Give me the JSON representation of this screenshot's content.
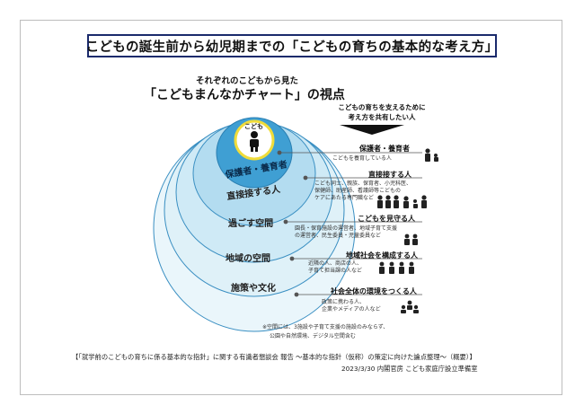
{
  "title": "こどもの誕生前から幼児期までの「こどもの育ちの基本的な考え方」",
  "subtitle_line1": "それぞれのこどもから見た",
  "subtitle_line2": "「こどもまんなかチャート」の視点",
  "share_note_line1": "こどもの育ちを支えるために",
  "share_note_line2": "考え方を共有したい人",
  "rings": {
    "center": "こども",
    "guardian": "保護者・養育者",
    "direct": "直接接する人",
    "space": "過ごす空間",
    "community": "地域の空間",
    "culture": "施策や文化"
  },
  "categories": [
    {
      "title": "保護者・養育者",
      "lines": [
        "こどもを養育している人"
      ],
      "icon": "parent-child-icon"
    },
    {
      "title": "直接接する人",
      "lines": [
        "こども同士、親族、保育者、小児科医、",
        "保健師、助産師、看護師等こどもの",
        "ケアにあたる専門職など"
      ],
      "icon": "group-of-people-icon"
    },
    {
      "title": "こどもを見守る人",
      "lines": [
        "園長・保育施設の運営者、地域子育て支援",
        "の運営者、民生委員・児童委員など"
      ],
      "icon": "watchers-icon"
    },
    {
      "title": "地域社会を構成する人",
      "lines": [
        "近隣の人、商店の人、",
        "子育て担当課の人など"
      ],
      "icon": "community-icon"
    },
    {
      "title": "社会全体の環境をつくる人",
      "lines": [
        "政策に携わる人、",
        "企業やメディアの人など"
      ],
      "icon": "society-icon"
    }
  ],
  "note_line1": "※空間には、3施設や子育て支援の施設のみならず、",
  "note_line2": "公園や自然環境、デジタル空間含む",
  "footer_line1": "【「就学前のこどもの育ちに係る基本的な指針」に関する有識者懇談会 報告 〜基本的な指針（仮称）の策定に向けた論点整理〜（概要）】",
  "footer_line2": "2023/3/30 内閣官房 こども家庭庁設立準備室",
  "colors": {
    "title_border": "#1a2a6c",
    "ring_outer": "#dff1f8",
    "ring_mid": "#cbe8f4",
    "ring_inner": "#a9d8ee",
    "guardian_ring": "#4aa7d8",
    "center_fill": "#ffffff",
    "center_ring": "#f2e34a",
    "icon": "#222222"
  }
}
